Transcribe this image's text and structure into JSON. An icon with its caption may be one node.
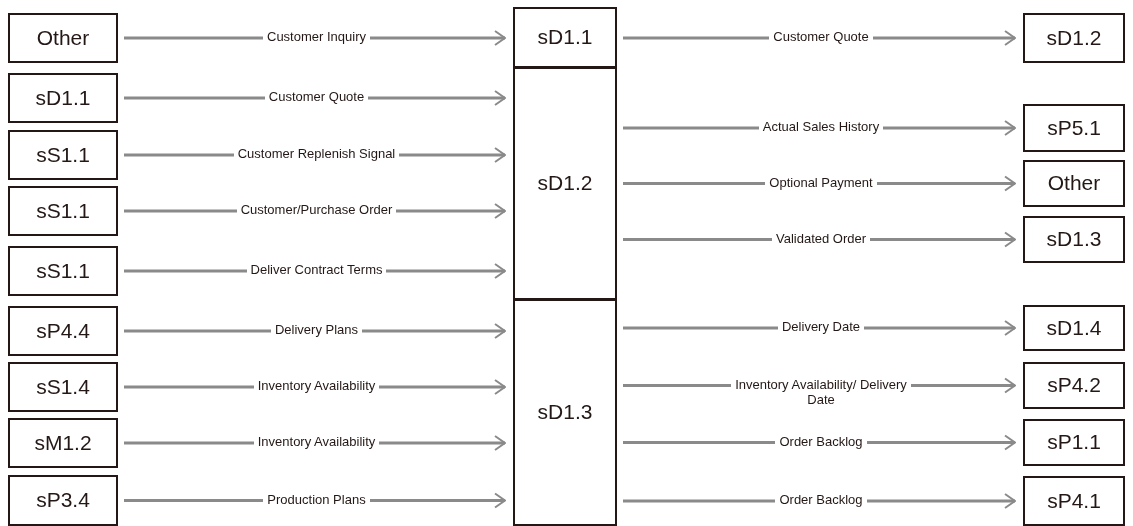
{
  "diagram": {
    "nodes": [
      {
        "text": [
          "Other"
        ]
      },
      {
        "text": [
          "sD1.1"
        ]
      },
      {
        "text": [
          "sD1.2"
        ]
      },
      {
        "text": [
          "sD1.1"
        ]
      },
      {
        "text": [
          "sS1.1"
        ]
      },
      {
        "text": [
          "sD1.2"
        ]
      },
      {
        "text": [
          "sP5.1"
        ]
      },
      {
        "text": [
          "sS1.1"
        ]
      },
      {
        "text": [
          "Other"
        ]
      },
      {
        "text": [
          "sS1.1"
        ]
      },
      {
        "text": [
          "sD1.3"
        ]
      },
      {
        "text": [
          "sP4.4"
        ]
      },
      {
        "text": [
          "sD1.3"
        ]
      },
      {
        "text": [
          "sD1.4"
        ]
      },
      {
        "text": [
          "sS1.4"
        ]
      },
      {
        "text": [
          "sP4.2"
        ]
      },
      {
        "text": [
          "sM1.2"
        ]
      },
      {
        "text": [
          "sP1.1"
        ]
      },
      {
        "text": [
          "sP3.4"
        ]
      },
      {
        "text": [
          "sP4.1"
        ]
      }
    ],
    "edges": [
      {
        "from": 0,
        "to": 1,
        "arrow": "to",
        "label": "Customer Inquiry"
      },
      {
        "from": 1,
        "to": 2,
        "arrow": "to",
        "label": "Customer Quote"
      },
      {
        "from": 3,
        "to": 5,
        "arrow": "to",
        "label": "Customer Quote"
      },
      {
        "from": 4,
        "to": 5,
        "arrow": "to",
        "label": "Customer Replenish Signal"
      },
      {
        "from": 7,
        "to": 5,
        "arrow": "to",
        "label": "Customer/Purchase Order"
      },
      {
        "from": 9,
        "to": 5,
        "arrow": "to",
        "label": "Deliver Contract Terms"
      },
      {
        "from": 5,
        "to": 6,
        "arrow": "to",
        "label": "Actual Sales History"
      },
      {
        "from": 5,
        "to": 8,
        "arrow": "to",
        "label": "Optional Payment"
      },
      {
        "from": 5,
        "to": 10,
        "arrow": "to",
        "label": "Validated Order"
      },
      {
        "from": 11,
        "to": 12,
        "arrow": "to",
        "label": "Delivery Plans"
      },
      {
        "from": 14,
        "to": 12,
        "arrow": "to",
        "label": "Inventory Availability"
      },
      {
        "from": 16,
        "to": 12,
        "arrow": "to",
        "label": "Inventory Availability"
      },
      {
        "from": 18,
        "to": 12,
        "arrow": "to",
        "label": "Production Plans"
      },
      {
        "from": 12,
        "to": 13,
        "arrow": "to",
        "label": "Delivery Date"
      },
      {
        "from": 12,
        "to": 15,
        "arrow": "to",
        "label": "Inventory Availability/ Delivery Date"
      },
      {
        "from": 12,
        "to": 17,
        "arrow": "to",
        "label": "Order Backlog"
      },
      {
        "from": 12,
        "to": 19,
        "arrow": "to",
        "label": "Order Backlog"
      }
    ]
  }
}
